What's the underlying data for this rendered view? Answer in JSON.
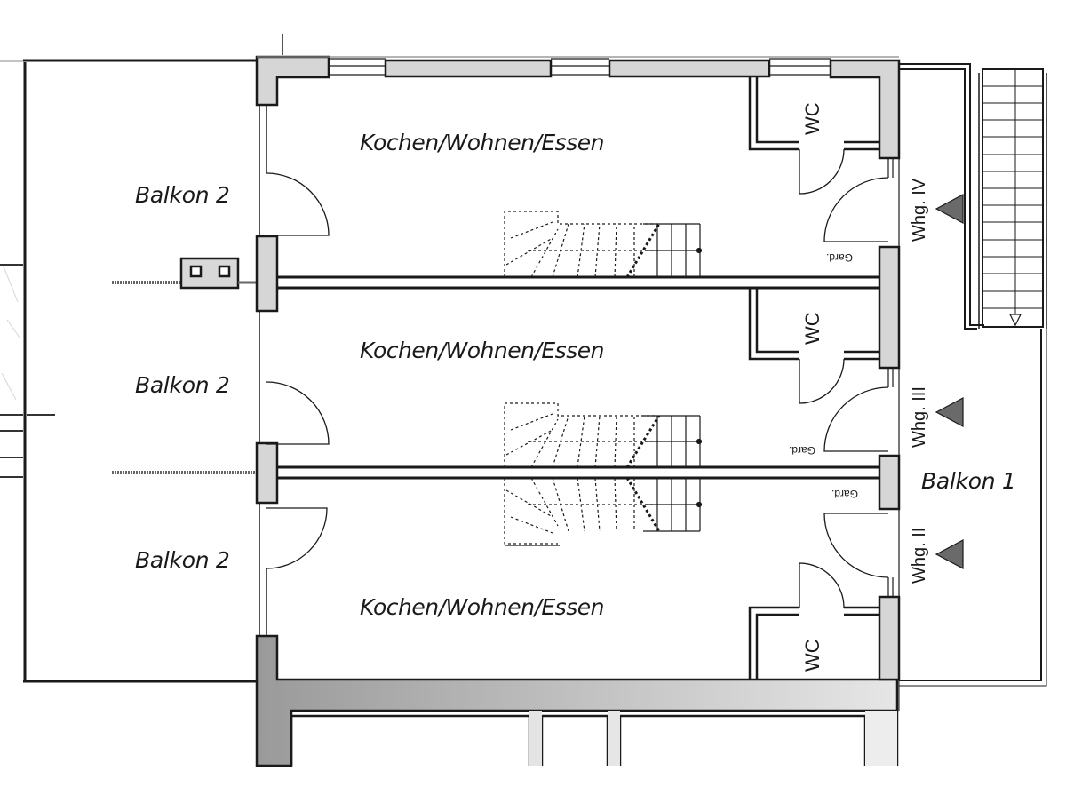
{
  "plan": {
    "type": "architectural floor plan",
    "colors": {
      "line": "#1a1a1a",
      "wall_fill": "#cfcfcf",
      "wall_fill_dark": "#a8a8a8",
      "background": "#ffffff",
      "marker": "#6a6a6a"
    },
    "rooms": [
      {
        "id": "unit-iv",
        "label": "Kochen/Wohnen/Essen"
      },
      {
        "id": "unit-iii",
        "label": "Kochen/Wohnen/Essen"
      },
      {
        "id": "unit-ii",
        "label": "Kochen/Wohnen/Essen"
      }
    ],
    "balconies_west": [
      {
        "label": "Balkon 2"
      },
      {
        "label": "Balkon 2"
      },
      {
        "label": "Balkon 2"
      }
    ],
    "balcony_east": {
      "label": "Balkon 1"
    },
    "wcs": [
      {
        "label": "WC"
      },
      {
        "label": "WC"
      },
      {
        "label": "WC"
      }
    ],
    "entrances": [
      {
        "label": "Whg. IV",
        "marker": "entrance-triangle"
      },
      {
        "label": "Whg. III",
        "marker": "entrance-triangle"
      },
      {
        "label": "Whg. II",
        "marker": "entrance-triangle"
      }
    ],
    "wardrobes": [
      {
        "label": "Gard."
      },
      {
        "label": "Gard."
      },
      {
        "label": "Gard."
      }
    ]
  }
}
